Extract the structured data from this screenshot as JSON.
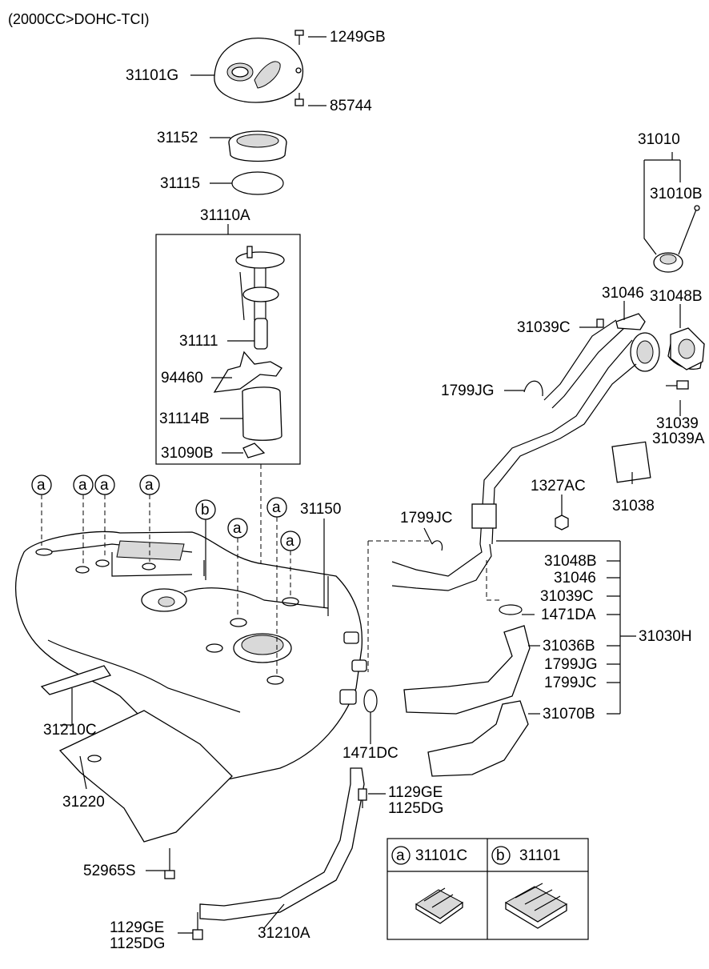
{
  "header": "(2000CC>DOHC-TCI)",
  "parts": [
    "1249GB",
    "31101G",
    "85744",
    "31152",
    "31115",
    "31110A",
    "31111",
    "94460",
    "31114B",
    "31090B",
    "31010",
    "31010B",
    "31046",
    "31048B",
    "31039C",
    "1799JG",
    "31039",
    "31039A",
    "31038",
    "1327AC",
    "1799JC",
    "31150",
    "31048B",
    "31046",
    "31039C",
    "1471DA",
    "31030H",
    "31036B",
    "1799JG",
    "1799JC",
    "31070B",
    "31210C",
    "1471DC",
    "31220",
    "1129GE",
    "1125DG",
    "52965S",
    "1129GE",
    "1125DG",
    "31210A"
  ],
  "callouts": {
    "a": "a",
    "b": "b"
  },
  "legend": {
    "a_letter": "a",
    "a_part": "31101C",
    "b_letter": "b",
    "b_part": "31101"
  }
}
